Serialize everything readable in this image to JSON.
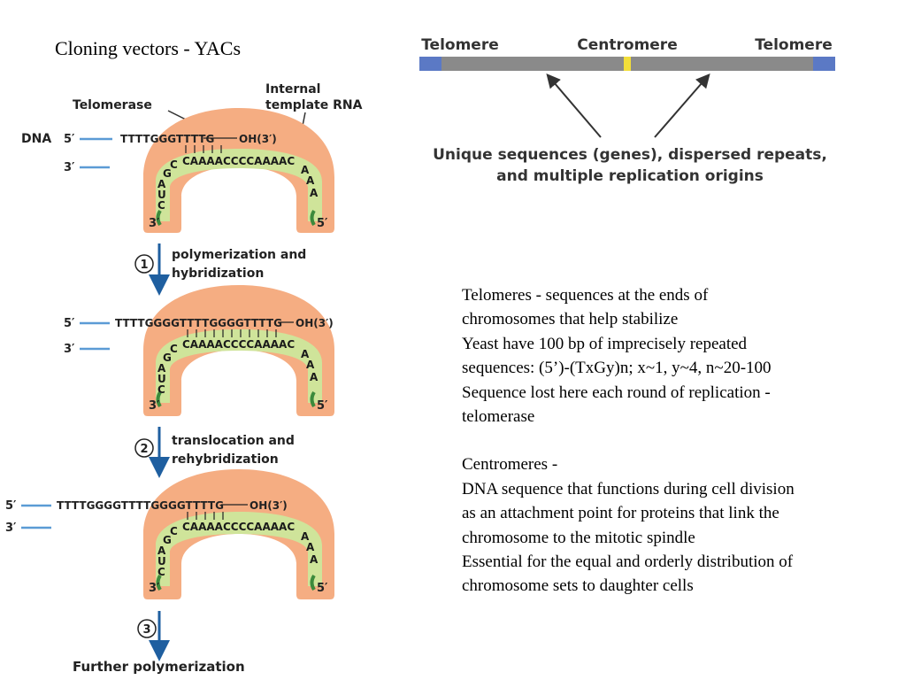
{
  "slide": {
    "title": "Cloning vectors - YACs"
  },
  "colors": {
    "telomerase_body": "#f5ad82",
    "template_rna": "#cfe49a",
    "rna_end": "#3c8a3c",
    "dna_line": "#5b9bd5",
    "arrow": "#1f5fa0",
    "chromosome_body": "#8a8a8a",
    "telomere_cap": "#5b79c5",
    "centromere_mark": "#f2de3a"
  },
  "diagram": {
    "label_telomerase": "Telomerase",
    "label_internal": "Internal",
    "label_template": "template RNA",
    "dna_label": "DNA",
    "five_prime": "5′",
    "three_prime": "3′",
    "oh3": "OH(3′)",
    "panel1": {
      "dna_seq_top": "TTTTGGGTTTTG",
      "rna_seq": "CAAAACCCCAAAAC",
      "rna_left": [
        "C",
        "G",
        "A",
        "U",
        "C"
      ],
      "rna_right": [
        "A",
        "A",
        "A"
      ]
    },
    "panel2": {
      "dna_seq_top": "TTTTGGGGTTTTGGGGTTTTG",
      "rna_seq": "CAAAACCCCAAAAC",
      "rna_left": [
        "C",
        "G",
        "A",
        "U",
        "C"
      ],
      "rna_right": [
        "A",
        "A",
        "A"
      ]
    },
    "panel3": {
      "dna_seq_top": "TTTTGGGGTTTTGGGGTTTTG",
      "rna_seq": "CAAAACCCCAAAAC",
      "rna_left": [
        "C",
        "G",
        "A",
        "U",
        "C"
      ],
      "rna_right": [
        "A",
        "A",
        "A"
      ]
    },
    "steps": [
      {
        "num": "1",
        "line1": "polymerization and",
        "line2": "hybridization"
      },
      {
        "num": "2",
        "line1": "translocation and",
        "line2": "rehybridization"
      },
      {
        "num": "3",
        "line1": "Further polymerization",
        "line2": ""
      }
    ]
  },
  "chromosome": {
    "label_left": "Telomere",
    "label_center": "Centromere",
    "label_right": "Telomere",
    "caption_line1": "Unique sequences (genes), dispersed repeats,",
    "caption_line2": "and multiple replication origins"
  },
  "notes": {
    "telomeres": [
      "Telomeres - sequences at the ends of",
      "chromosomes that help stabilize",
      "Yeast have 100 bp of imprecisely repeated",
      "sequences:  (5’)-(TxGy)n; x~1, y~4, n~20-100",
      "Sequence lost here each round of replication -",
      "telomerase"
    ],
    "centromeres": [
      "Centromeres -",
      "DNA sequence that functions during cell division",
      "as an attachment point for proteins that link the",
      "chromosome to the mitotic spindle",
      "Essential for the equal and orderly distribution of",
      "chromosome sets to daughter cells"
    ]
  }
}
